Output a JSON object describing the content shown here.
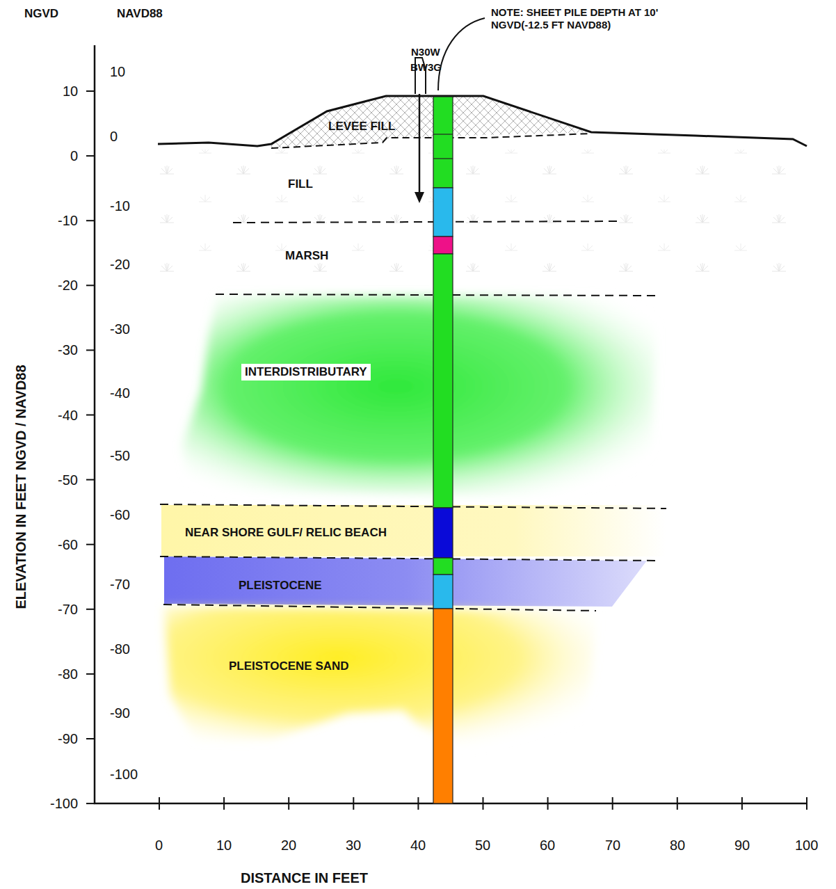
{
  "diagram": {
    "nodes": [
      {
        "text": [
          "LEVEE FILL"
        ]
      },
      {
        "text": [
          "FILL"
        ]
      },
      {
        "text": [
          "MARSH"
        ]
      },
      {
        "text": [
          "INTERDISTRIBUTARY"
        ]
      },
      {
        "text": [
          "NEAR SHORE GULF/ RELIC BEACH"
        ]
      },
      {
        "text": [
          "PLEISTOCENE"
        ]
      },
      {
        "text": [
          "PLEISTOCENE SAND"
        ]
      }
    ],
    "labels": [
      "NGVD",
      "NAVD88",
      "N30W",
      "BW3G",
      "NOTE: SHEET PILE DEPTH AT 10' NGVD(-12.5 FT NAVD88)",
      "ELEVATION IN FEET NGVD / NAVD88",
      "DISTANCE IN FEET",
      "10",
      "0",
      "-10",
      "-20",
      "-30",
      "-40",
      "-50",
      "-60",
      "-70",
      "-80",
      "-90",
      "-100",
      "10",
      "0",
      "-10",
      "-20",
      "-30",
      "-40",
      "-50",
      "-60",
      "-70",
      "-80",
      "-90",
      "-100",
      "0",
      "10",
      "20",
      "30",
      "40",
      "50",
      "60",
      "70",
      "80",
      "90",
      "100"
    ]
  }
}
